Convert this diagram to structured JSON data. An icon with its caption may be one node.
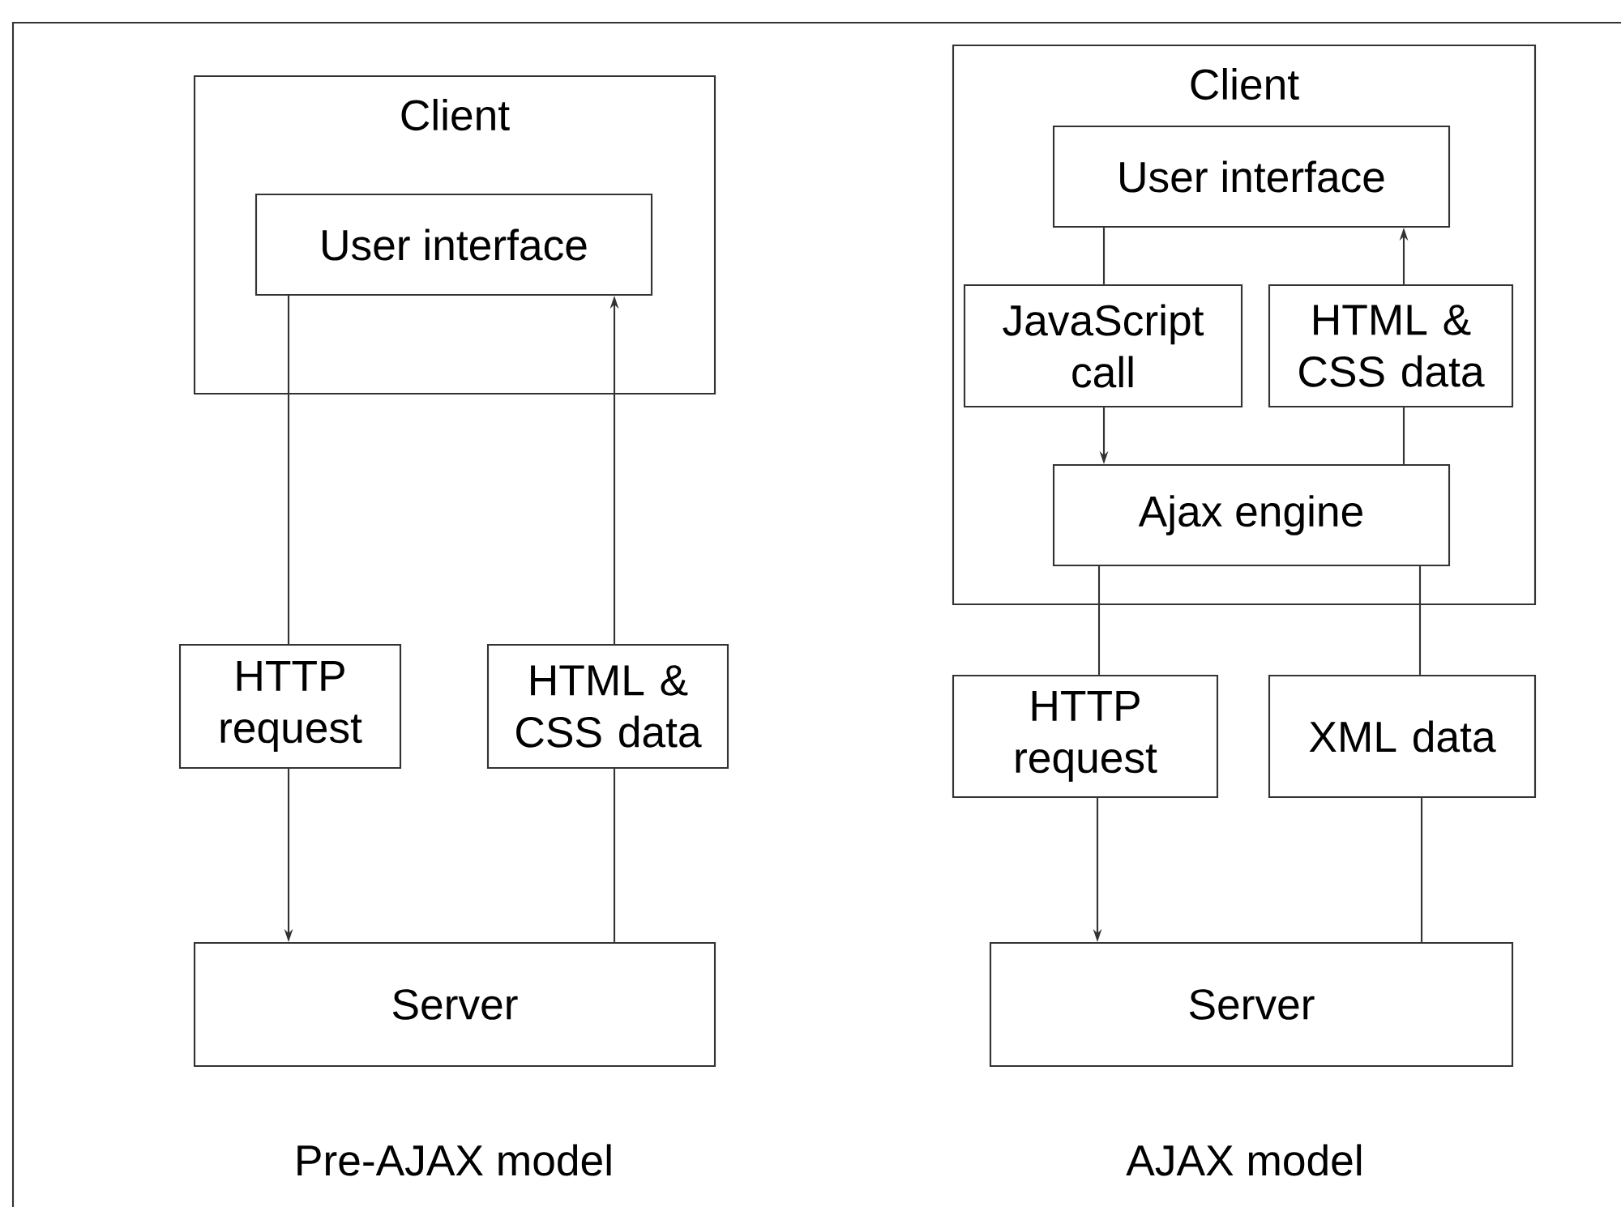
{
  "diagram": {
    "nodes": [
      {
        "text": [
          "Client"
        ]
      },
      {
        "text": [
          "User interface"
        ],
        "in": 0
      },
      {
        "text": [
          "HTTP request"
        ]
      },
      {
        "text": [
          "HTML & CSS data"
        ]
      },
      {
        "text": [
          "Server"
        ]
      },
      {
        "text": [
          "Client"
        ]
      },
      {
        "text": [
          "User interface"
        ],
        "in": 5
      },
      {
        "text": [
          "JavaScript call"
        ],
        "in": 5
      },
      {
        "text": [
          "HTML & CSS data"
        ],
        "in": 5
      },
      {
        "text": [
          "Ajax engine"
        ],
        "in": 5
      },
      {
        "text": [
          "HTTP request"
        ]
      },
      {
        "text": [
          "XML data"
        ]
      },
      {
        "text": [
          "Server"
        ]
      }
    ],
    "edges": [
      {
        "from": 1,
        "to": 2,
        "arrow": "none"
      },
      {
        "from": 2,
        "to": 4,
        "arrow": "to"
      },
      {
        "from": 4,
        "to": 3,
        "arrow": "none"
      },
      {
        "from": 3,
        "to": 1,
        "arrow": "to"
      },
      {
        "from": 6,
        "to": 7,
        "arrow": "none"
      },
      {
        "from": 7,
        "to": 9,
        "arrow": "to"
      },
      {
        "from": 9,
        "to": 8,
        "arrow": "none"
      },
      {
        "from": 8,
        "to": 6,
        "arrow": "to"
      },
      {
        "from": 9,
        "to": 10,
        "arrow": "none"
      },
      {
        "from": 10,
        "to": 12,
        "arrow": "to"
      },
      {
        "from": 12,
        "to": 11,
        "arrow": "none"
      },
      {
        "from": 11,
        "to": 9,
        "arrow": "none"
      }
    ],
    "labels": [
      "Pre-AJAX model",
      "AJAX model"
    ]
  }
}
